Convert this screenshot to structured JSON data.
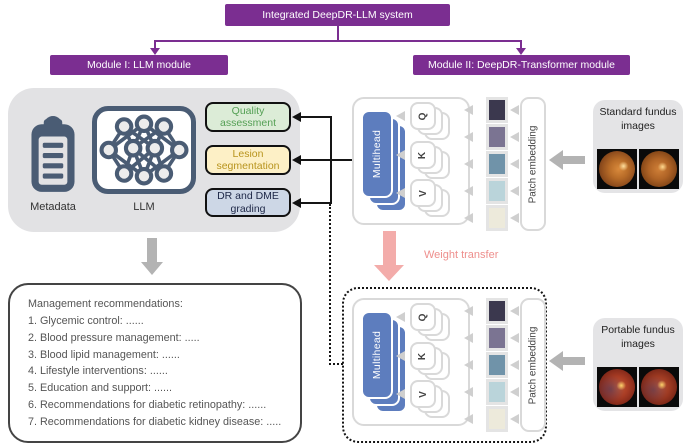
{
  "title": "Integrated DeepDR-LLM system",
  "modules": {
    "module1": "Module I: LLM module",
    "module2": "Module II: DeepDR-Transformer module"
  },
  "llm_module": {
    "metadata_label": "Metadata",
    "llm_label": "LLM",
    "outputs": [
      {
        "label": "Quality assessment",
        "bg": "#dcecd7",
        "fg": "#55a055"
      },
      {
        "label": "Lesion segmentation",
        "bg": "#fdf0c6",
        "fg": "#b8941e"
      },
      {
        "label": "DR and DME grading",
        "bg": "#cdd7e6",
        "fg": "#1d2747"
      }
    ]
  },
  "transformer": {
    "multihead_label": "Multihead",
    "qkv": [
      "Q",
      "K",
      "V"
    ],
    "patch_embedding_label": "Patch embedding",
    "patch_colors": [
      "#3b384e",
      "#7b7492",
      "#7093a9",
      "#bad4da",
      "#edeadb"
    ]
  },
  "weight_transfer_label": "Weight transfer",
  "standard_images": {
    "label": "Standard fundus images"
  },
  "portable_images": {
    "label": "Portable fundus images"
  },
  "recommendations": {
    "lines": [
      "Management recommendations:",
      "1. Glycemic control: ......",
      "2. Blood pressure management: .....",
      "3. Blood lipid management:  ......",
      "4. Lifestyle interventions:  ......",
      "5. Education and support:  ......",
      "6. Recommendations for diabetic retinopathy:  ......",
      "7. Recommendations for diabetic kidney disease: ....."
    ]
  },
  "colors": {
    "purple": "#7b2e91",
    "multihead_blue": "#5d7dbe",
    "pink_arrow": "#f3acaa",
    "pink_text": "#ee8f8d",
    "slate_icon": "#4a5c74",
    "panel_gray": "#e2e2e4",
    "line_black": "#151515",
    "border_gray": "#d9d9d9"
  }
}
